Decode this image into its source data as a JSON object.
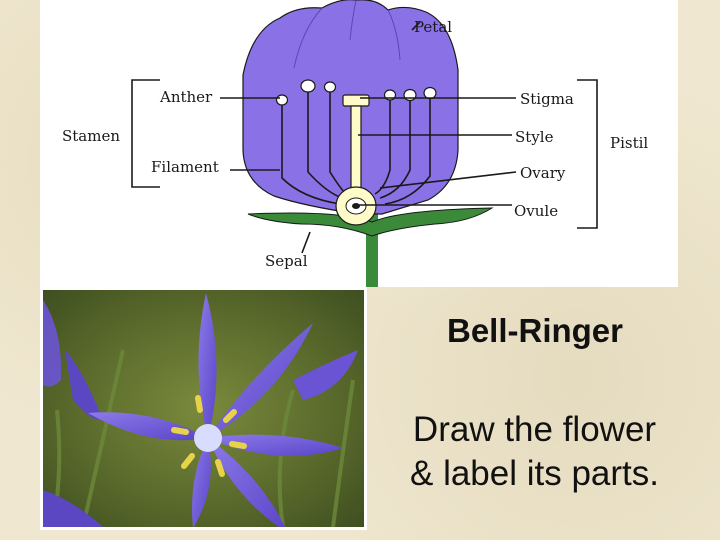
{
  "diagram": {
    "labels": {
      "petal": "Petal",
      "anther": "Anther",
      "stamen": "Stamen",
      "filament": "Filament",
      "stigma": "Stigma",
      "style": "Style",
      "pistil": "Pistil",
      "ovary": "Ovary",
      "ovule": "Ovule",
      "sepal": "Sepal"
    },
    "colors": {
      "petal": "#8a72e6",
      "sepal": "#3a8a3a",
      "pistil": "#fffbc8",
      "outline": "#1a1a1a"
    }
  },
  "photo": {
    "colors": {
      "petal": "#6a54d4",
      "anther": "#e8d24a",
      "background": "#5a6a2a"
    }
  },
  "slide": {
    "title": "Bell-Ringer",
    "instruction_line1": "Draw the flower",
    "instruction_line2": "& label its parts."
  }
}
